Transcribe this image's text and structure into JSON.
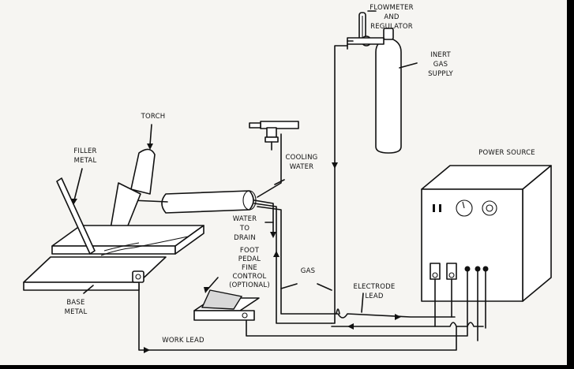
{
  "labels": {
    "flowmeter": [
      "FLOWMETER",
      "AND",
      "REGULATOR"
    ],
    "inert_gas": [
      "INERT",
      "GAS",
      "SUPPLY"
    ],
    "torch": "TORCH",
    "filler_metal": [
      "FILLER",
      "METAL"
    ],
    "cooling_water": [
      "COOLING",
      "WATER"
    ],
    "water_to_drain": [
      "WATER",
      "TO",
      "DRAIN"
    ],
    "foot_pedal": [
      "FOOT",
      "PEDAL",
      "FINE",
      "CONTROL",
      "(OPTIONAL)"
    ],
    "gas": "GAS",
    "electrode_lead": [
      "ELECTRODE",
      "LEAD"
    ],
    "power_source": "POWER SOURCE",
    "base_metal": [
      "BASE",
      "METAL"
    ],
    "work_lead": "WORK LEAD"
  }
}
